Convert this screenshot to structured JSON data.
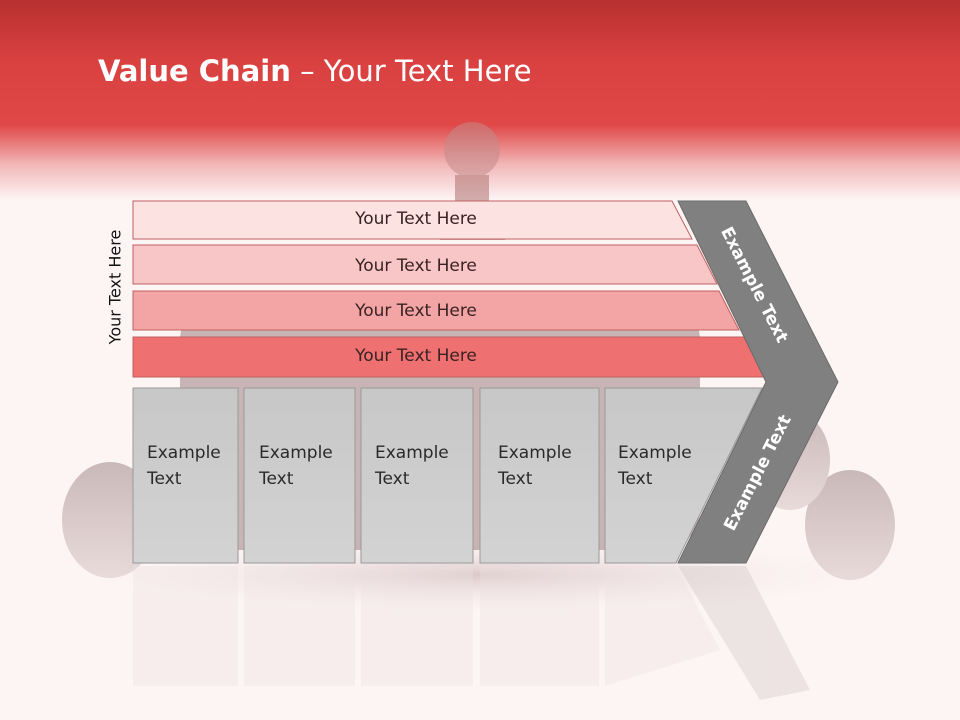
{
  "title": {
    "bold": "Value Chain",
    "rest": " – Your Text Here"
  },
  "vertical_label": "Your Text Here",
  "rows": [
    {
      "label": "Your Text Here",
      "color": "#fde2e2"
    },
    {
      "label": "Your Text Here",
      "color": "#f8c6c6"
    },
    {
      "label": "Your Text Here",
      "color": "#f3a4a4"
    },
    {
      "label": "Your Text Here",
      "color": "#ee7070"
    }
  ],
  "boxes": [
    {
      "line1": "Example",
      "line2": "Text"
    },
    {
      "line1": "Example",
      "line2": "Text"
    },
    {
      "line1": "Example",
      "line2": "Text"
    },
    {
      "line1": "Example",
      "line2": "Text"
    },
    {
      "line1": "Example",
      "line2": "Text"
    }
  ],
  "chevron": {
    "top_label": "Example Text",
    "bottom_label": "Example Text",
    "color": "#808080"
  },
  "colors": {
    "header": "#e04848",
    "box_fill": "#cccccc"
  }
}
